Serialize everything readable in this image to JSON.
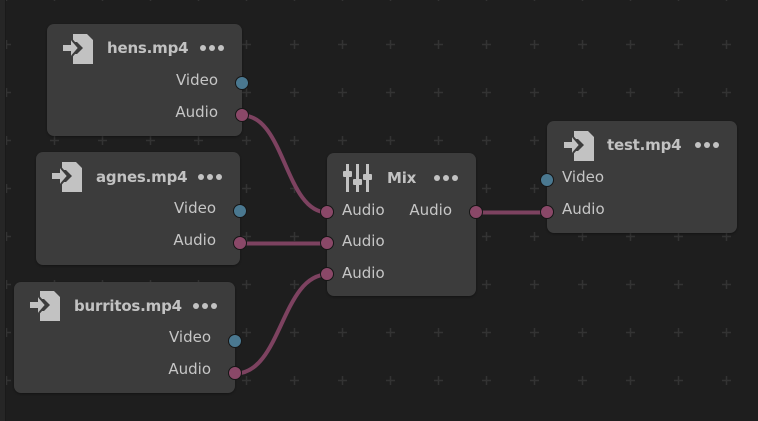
{
  "colors": {
    "background": "#1e1e1e",
    "node": "#3c3c3c",
    "video_port": "#4a7890",
    "audio_port": "#8a4868",
    "audio_wire": "#7d4260",
    "grid_mark": "#333333",
    "text": "#c6c6c6"
  },
  "nodes": {
    "hens": {
      "title": "hens.mp4",
      "icon": "file-import-icon",
      "outputs": [
        {
          "label": "Video",
          "type": "video"
        },
        {
          "label": "Audio",
          "type": "audio"
        }
      ]
    },
    "agnes": {
      "title": "agnes.mp4",
      "icon": "file-import-icon",
      "outputs": [
        {
          "label": "Video",
          "type": "video"
        },
        {
          "label": "Audio",
          "type": "audio"
        }
      ]
    },
    "burritos": {
      "title": "burritos.mp4",
      "icon": "file-import-icon",
      "outputs": [
        {
          "label": "Video",
          "type": "video"
        },
        {
          "label": "Audio",
          "type": "audio"
        }
      ]
    },
    "mix": {
      "title": "Mix",
      "icon": "mixer-sliders-icon",
      "inputs": [
        {
          "label": "Audio",
          "type": "audio"
        },
        {
          "label": "Audio",
          "type": "audio"
        },
        {
          "label": "Audio",
          "type": "audio"
        }
      ],
      "outputs": [
        {
          "label": "Audio",
          "type": "audio"
        }
      ]
    },
    "test": {
      "title": "test.mp4",
      "icon": "file-export-icon",
      "inputs": [
        {
          "label": "Video",
          "type": "video"
        },
        {
          "label": "Audio",
          "type": "audio"
        }
      ]
    }
  },
  "menu_icon": "more-dots-icon",
  "connections": [
    {
      "from": "hens.Audio",
      "to": "mix.Audio[0]"
    },
    {
      "from": "agnes.Audio",
      "to": "mix.Audio[1]"
    },
    {
      "from": "burritos.Audio",
      "to": "mix.Audio[2]"
    },
    {
      "from": "mix.Audio",
      "to": "test.Audio"
    }
  ]
}
